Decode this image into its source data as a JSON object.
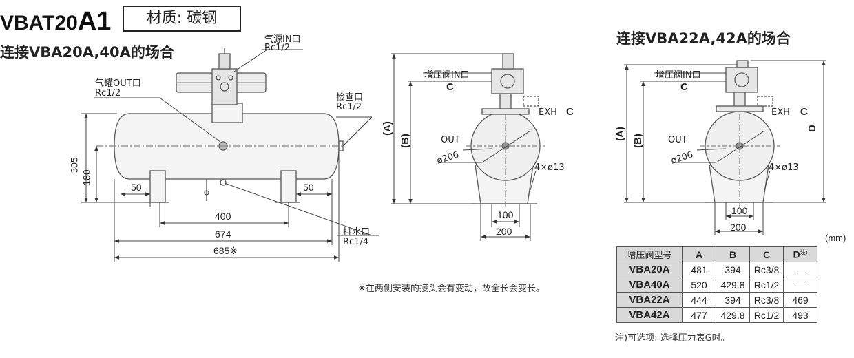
{
  "title": {
    "model_prefix": "VBAT20",
    "model_suffix": "A1",
    "material": "材质: 碳钢"
  },
  "left_view": {
    "heading": "连接VBA20A,40A的场合",
    "labels": {
      "air_in": "气源IN口",
      "air_in_port": "Rc1/2",
      "tank_out": "气罐OUT口",
      "tank_out_port": "Rc1/2",
      "inspect": "检查口",
      "inspect_port": "Rc1/2",
      "drain": "排水口",
      "drain_port": "Rc1/4"
    },
    "dims": {
      "height_total": "305",
      "height_center": "180",
      "foot_left": "50",
      "foot_right": "50",
      "foot_span": "400",
      "body_len": "674",
      "total_len": "685※"
    }
  },
  "mid_view": {
    "labels": {
      "boost_in": "增压阀IN口",
      "boost_in_port": "C",
      "exh": "EXH",
      "exh_port": "C",
      "out": "OUT",
      "diameter": "ø206",
      "holes": "4×ø13",
      "A": "(A)",
      "B": "(B)"
    },
    "dims": {
      "inner": "100",
      "outer": "200"
    }
  },
  "right_view": {
    "heading": "连接VBA22A,42A的场合",
    "labels": {
      "boost_in": "增压阀IN口",
      "boost_in_port": "C",
      "exh": "EXH",
      "exh_port": "C",
      "out": "OUT",
      "diameter": "ø206",
      "holes": "4×ø13",
      "A": "(A)",
      "B": "(B)",
      "D": "D"
    },
    "dims": {
      "inner": "100",
      "outer": "200"
    }
  },
  "footnote_mid": "※在两侧安装的接头会有变动，故全长会变长。",
  "table": {
    "unit": "(mm)",
    "headers": [
      "增压阀型号",
      "A",
      "B",
      "C",
      "D"
    ],
    "d_note": "注)",
    "rows": [
      [
        "VBA20A",
        "481",
        "394",
        "Rc3/8",
        "—"
      ],
      [
        "VBA40A",
        "520",
        "429.8",
        "Rc1/2",
        "—"
      ],
      [
        "VBA22A",
        "444",
        "394",
        "Rc3/8",
        "469"
      ],
      [
        "VBA42A",
        "477",
        "429.8",
        "Rc1/2",
        "493"
      ]
    ],
    "note": "注)可选项: 选择压力表G时。"
  }
}
